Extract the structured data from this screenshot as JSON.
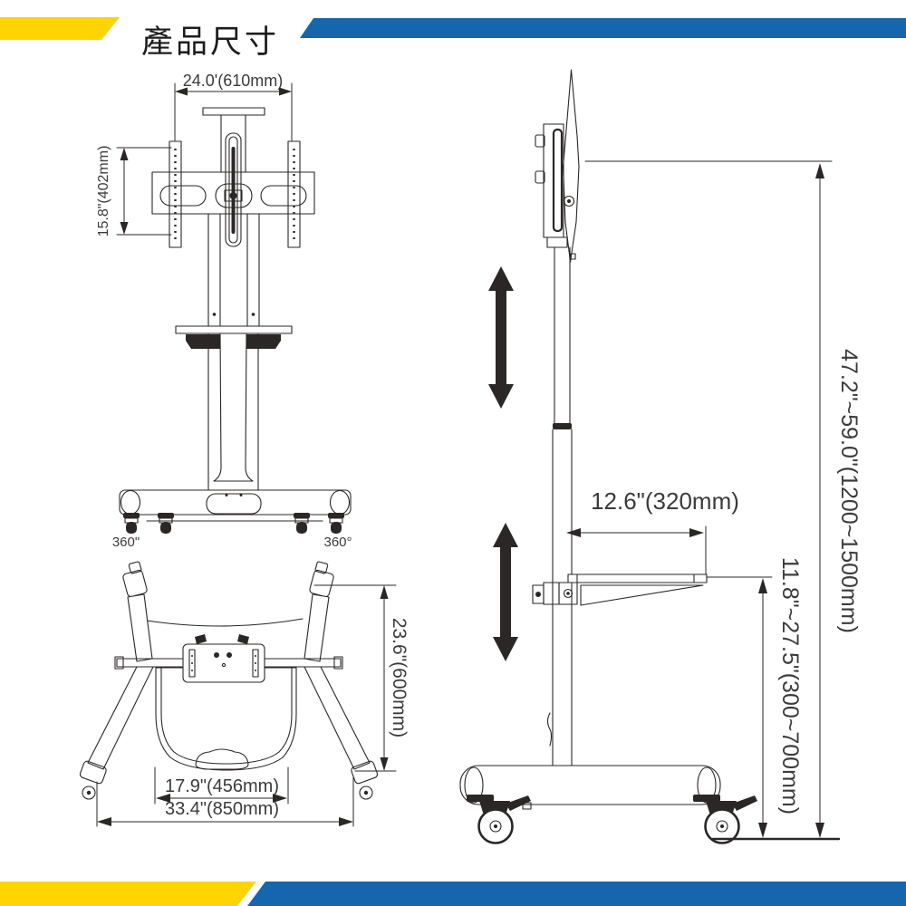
{
  "header": {
    "title": "產品尺寸"
  },
  "theme": {
    "yellow": "#FFD400",
    "blue": "#1566AC",
    "ink": "#2B2726",
    "dim_text": "#3B3B3B"
  },
  "views": {
    "front": {
      "width_label": "24.0'(610mm)",
      "bracket_height_label": "15.8\"(402mm)",
      "caster_left_label": "360\"",
      "caster_right_label": "360°"
    },
    "top": {
      "depth_label": "23.6\"(600mm)",
      "shelf_width_label": "17.9\"(456mm)",
      "base_width_label": "33.4\"(850mm)"
    },
    "side": {
      "shelf_depth_label": "12.6\"(320mm)",
      "height_range_label": "47.2\"~59.0\"(1200~1500mm)",
      "shelf_height_range_label": "11.8\"~27.5\"(300~700mm)"
    }
  }
}
